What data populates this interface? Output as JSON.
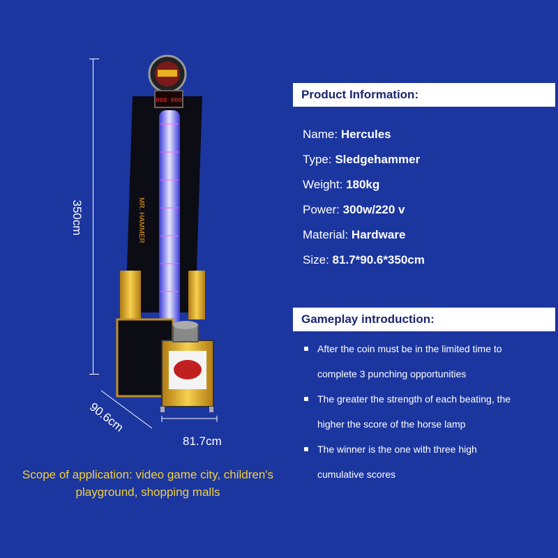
{
  "dimensions": {
    "height": "350cm",
    "depth": "90.6cm",
    "width": "81.7cm"
  },
  "scope": "Scope of application: video game city, children's playground, shopping malls",
  "product_info": {
    "heading": "Product Information:",
    "rows": [
      {
        "label": "Name:",
        "value": "Hercules"
      },
      {
        "label": "Type:",
        "value": "Sledgehammer"
      },
      {
        "label": "Weight:",
        "value": "180kg"
      },
      {
        "label": "Power:",
        "value": "300w/220 v"
      },
      {
        "label": "Material:",
        "value": "Hardware"
      },
      {
        "label": "Size:",
        "value": "81.7*90.6*350cm"
      }
    ]
  },
  "gameplay": {
    "heading": "Gameplay introduction:",
    "items": [
      {
        "line1": "After the coin must be in the limited time to",
        "line2": "complete 3 punching opportunities"
      },
      {
        "line1": "The greater the strength of each beating, the",
        "line2": "higher the score of the horse lamp"
      },
      {
        "line1": "The winner is the one with three high",
        "line2": "cumulative scores"
      }
    ]
  },
  "machine": {
    "side_text": "MR. HAMMER",
    "display": "000 000"
  },
  "colors": {
    "background": "#1c36a0",
    "scope_text": "#f2d13a",
    "heading_text": "#1c2470"
  }
}
